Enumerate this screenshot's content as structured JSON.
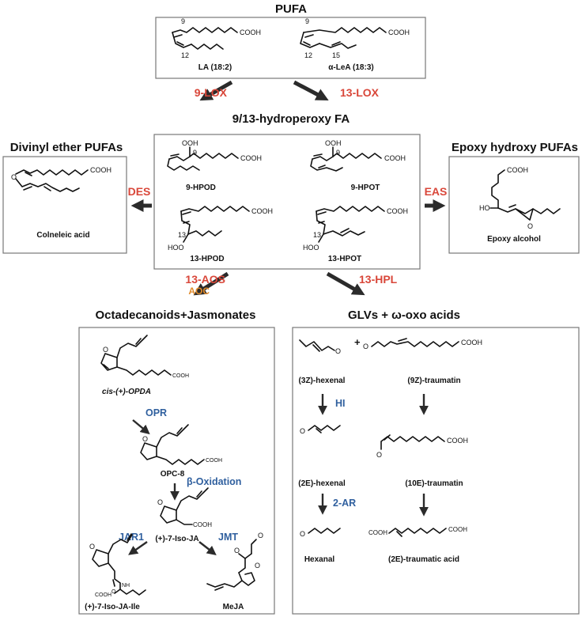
{
  "titles": {
    "pufa": "PUFA",
    "hydroperoxy": "9/13-hydroperoxy FA",
    "divinyl": "Divinyl ether PUFAs",
    "epoxy": "Epoxy hydroxy PUFAs",
    "octadecanoids": "Octadecanoids+Jasmonates",
    "glvs": "GLVs + ω-oxo acids"
  },
  "enzymes": {
    "lox9": "9-LOX",
    "lox13": "13-LOX",
    "des": "DES",
    "eas": "EAS",
    "aos": "13-AOS",
    "aoc": "AOC",
    "hpl": "13-HPL",
    "opr": "OPR",
    "beta_ox": "β-Oxidation",
    "jar1": "JAR1",
    "jmt": "JMT",
    "hi": "HI",
    "ar": "2-AR"
  },
  "compounds": {
    "la": "LA (18:2)",
    "ala": "α-LeA (18:3)",
    "hpod9": "9-HPOD",
    "hpot9": "9-HPOT",
    "hpod13": "13-HPOD",
    "hpot13": "13-HPOT",
    "colneleic": "Colneleic acid",
    "epoxy_alcohol": "Epoxy alcohol",
    "opda": "cis-(+)-OPDA",
    "opc8": "OPC-8",
    "isoja": "(+)-7-Iso-JA",
    "isojaile": "(+)-7-Iso-JA-Ile",
    "meja": "MeJA",
    "hexenal3z": "(3Z)-hexenal",
    "traumatin9z": "(9Z)-traumatin",
    "hexenal2e": "(2E)-hexenal",
    "traumatin10e": "(10E)-traumatin",
    "hexanal": "Hexanal",
    "traumatic": "(2E)-traumatic acid"
  },
  "atoms": {
    "cooh": "COOH",
    "ooh": "OOH",
    "hoo": "HOO",
    "ho": "HO",
    "o": "O",
    "nh": "NH",
    "plus": "+"
  },
  "positions": {
    "p9": "9",
    "p12": "12",
    "p13": "13",
    "p15": "15"
  },
  "colors": {
    "enzyme_red": "#d9473a",
    "enzyme_blue": "#2f5f9e",
    "enzyme_orange": "#e08a2a",
    "arrow": "#2b2b2b",
    "box_border": "#777777"
  }
}
